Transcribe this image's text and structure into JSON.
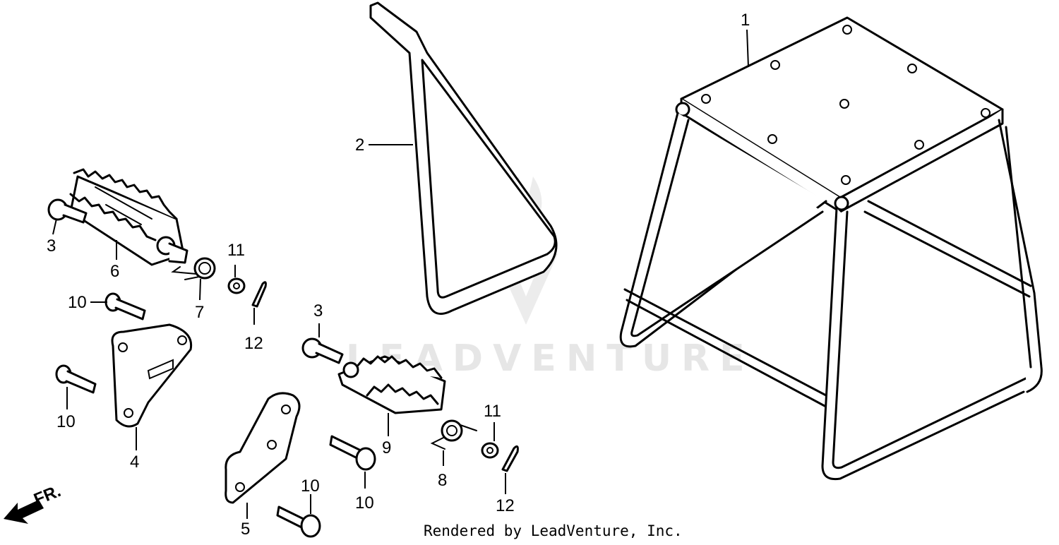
{
  "footer": {
    "text": "Rendered by LeadVenture, Inc."
  },
  "watermark": {
    "text": "LEADVENTURE"
  },
  "direction": {
    "label": "FR."
  },
  "callouts": {
    "c1": "1",
    "c2": "2",
    "c3a": "3",
    "c3b": "3",
    "c4": "4",
    "c5": "5",
    "c6": "6",
    "c7": "7",
    "c8": "8",
    "c9": "9",
    "c10a": "10",
    "c10b": "10",
    "c10c": "10",
    "c10d": "10",
    "c11a": "11",
    "c11b": "11",
    "c12a": "12",
    "c12b": "12"
  }
}
